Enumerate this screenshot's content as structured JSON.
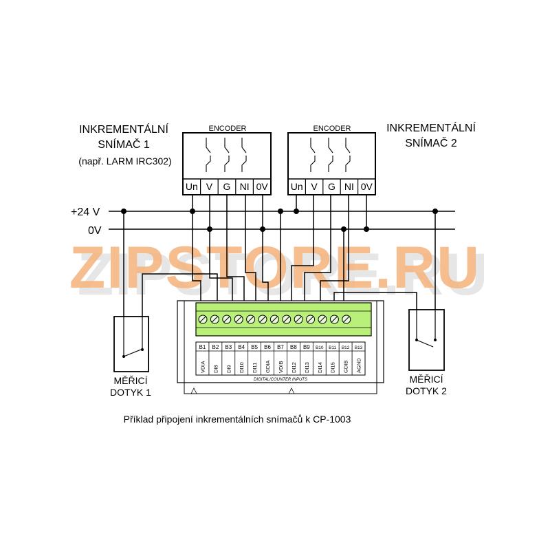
{
  "sensor1": {
    "title_line1": "INKREMENTÁLNÍ",
    "title_line2": "SNÍMAČ 1",
    "note": "(např. LARM IRC302)"
  },
  "sensor2": {
    "title_line1": "INKREMENTÁLNÍ",
    "title_line2": "SNÍMAČ 2"
  },
  "encoder1": {
    "label": "ENCODER",
    "pins": [
      "Un",
      "V",
      "G",
      "NI",
      "0V"
    ]
  },
  "encoder2": {
    "label": "ENCODER",
    "pins": [
      "Un",
      "V",
      "G",
      "NI",
      "0V"
    ]
  },
  "rails": {
    "plus24": "+24 V",
    "zero": "0V"
  },
  "watermark": "ZIPSTORE.RU",
  "module": {
    "terminals": [
      "B1",
      "B2",
      "B3",
      "B4",
      "B5",
      "B6",
      "B7",
      "B8",
      "B9",
      "B10",
      "B11",
      "B12",
      "B13"
    ],
    "signals": [
      "VDIA",
      "DI8",
      "DI9",
      "DI10",
      "DI11",
      "GDIA",
      "VDIB",
      "DI12",
      "DI13",
      "DI14",
      "DI15",
      "GDIB",
      "AGND"
    ],
    "caption": "DIGITAL/COUNTER INPUTS"
  },
  "probe1": {
    "line1": "MĚŘICÍ",
    "line2": "DOTYK 1"
  },
  "probe2": {
    "line1": "MĚŘICÍ",
    "line2": "DOTYK 2"
  },
  "caption": "Příklad připojení inkrementálních snímačů k CP-1003",
  "colors": {
    "terminal_block": "#b8f07a",
    "watermark": "#f4b27a",
    "line": "#000000"
  }
}
